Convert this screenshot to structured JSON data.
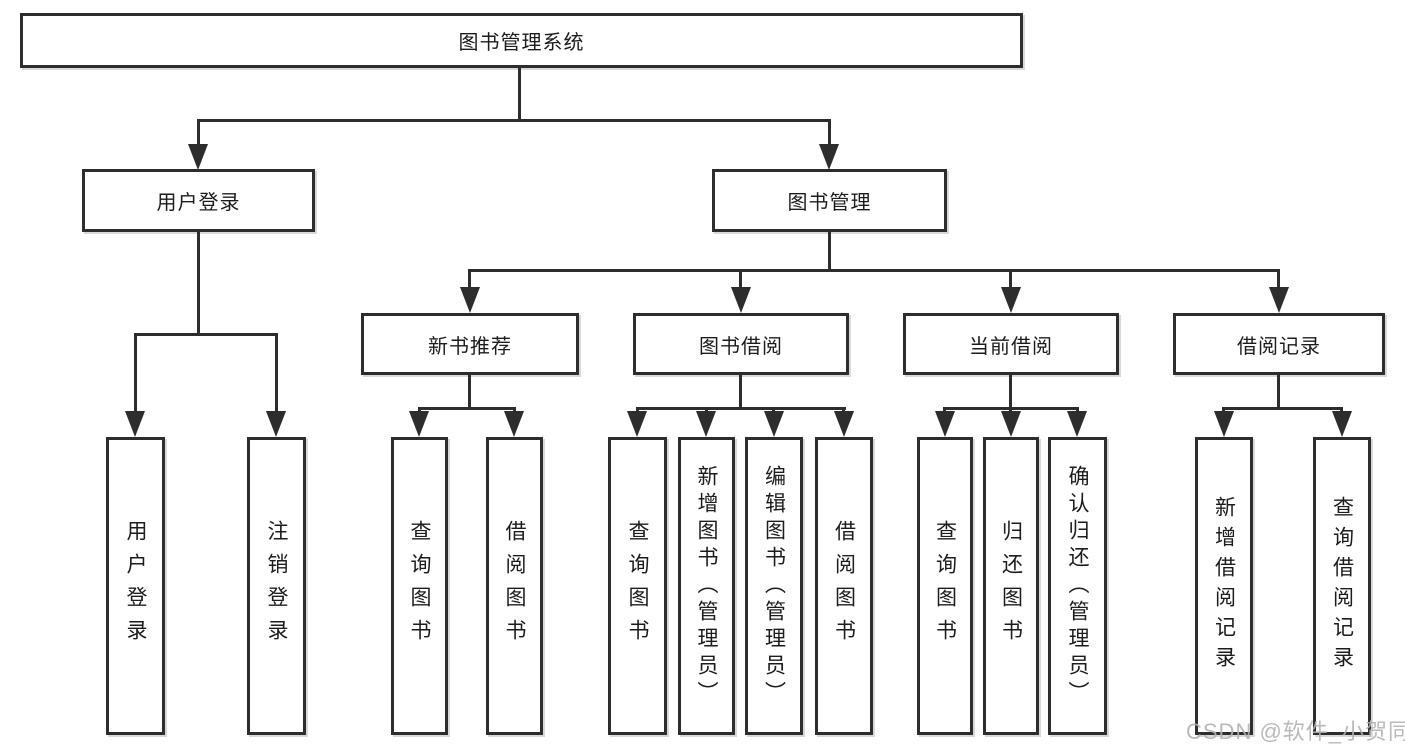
{
  "diagram": {
    "type": "hierarchy-tree",
    "root": {
      "label": "图书管理系统"
    },
    "branches": {
      "user_login": {
        "label": "用户登录",
        "children": [
          {
            "label": "用户登录"
          },
          {
            "label": "注销登录"
          }
        ]
      },
      "book_mgmt": {
        "label": "图书管理",
        "children": [
          {
            "label": "新书推荐",
            "children": [
              {
                "label": "查询图书"
              },
              {
                "label": "借阅图书"
              }
            ]
          },
          {
            "label": "图书借阅",
            "children": [
              {
                "label": "查询图书"
              },
              {
                "label": "新增图书（管理员）"
              },
              {
                "label": "编辑图书（管理员）"
              },
              {
                "label": "借阅图书"
              }
            ]
          },
          {
            "label": "当前借阅",
            "children": [
              {
                "label": "查询图书"
              },
              {
                "label": "归还图书"
              },
              {
                "label": "确认归还（管理员）"
              }
            ]
          },
          {
            "label": "借阅记录",
            "children": [
              {
                "label": "新增借阅记录"
              },
              {
                "label": "查询借阅记录"
              }
            ]
          }
        ]
      }
    },
    "watermark": "CSDN @软件_小贺同学",
    "colors": {
      "line": "#2d2d2d",
      "text": "#1c1c1c",
      "watermark": "#b3b3b3",
      "background": "#ffffff"
    }
  }
}
